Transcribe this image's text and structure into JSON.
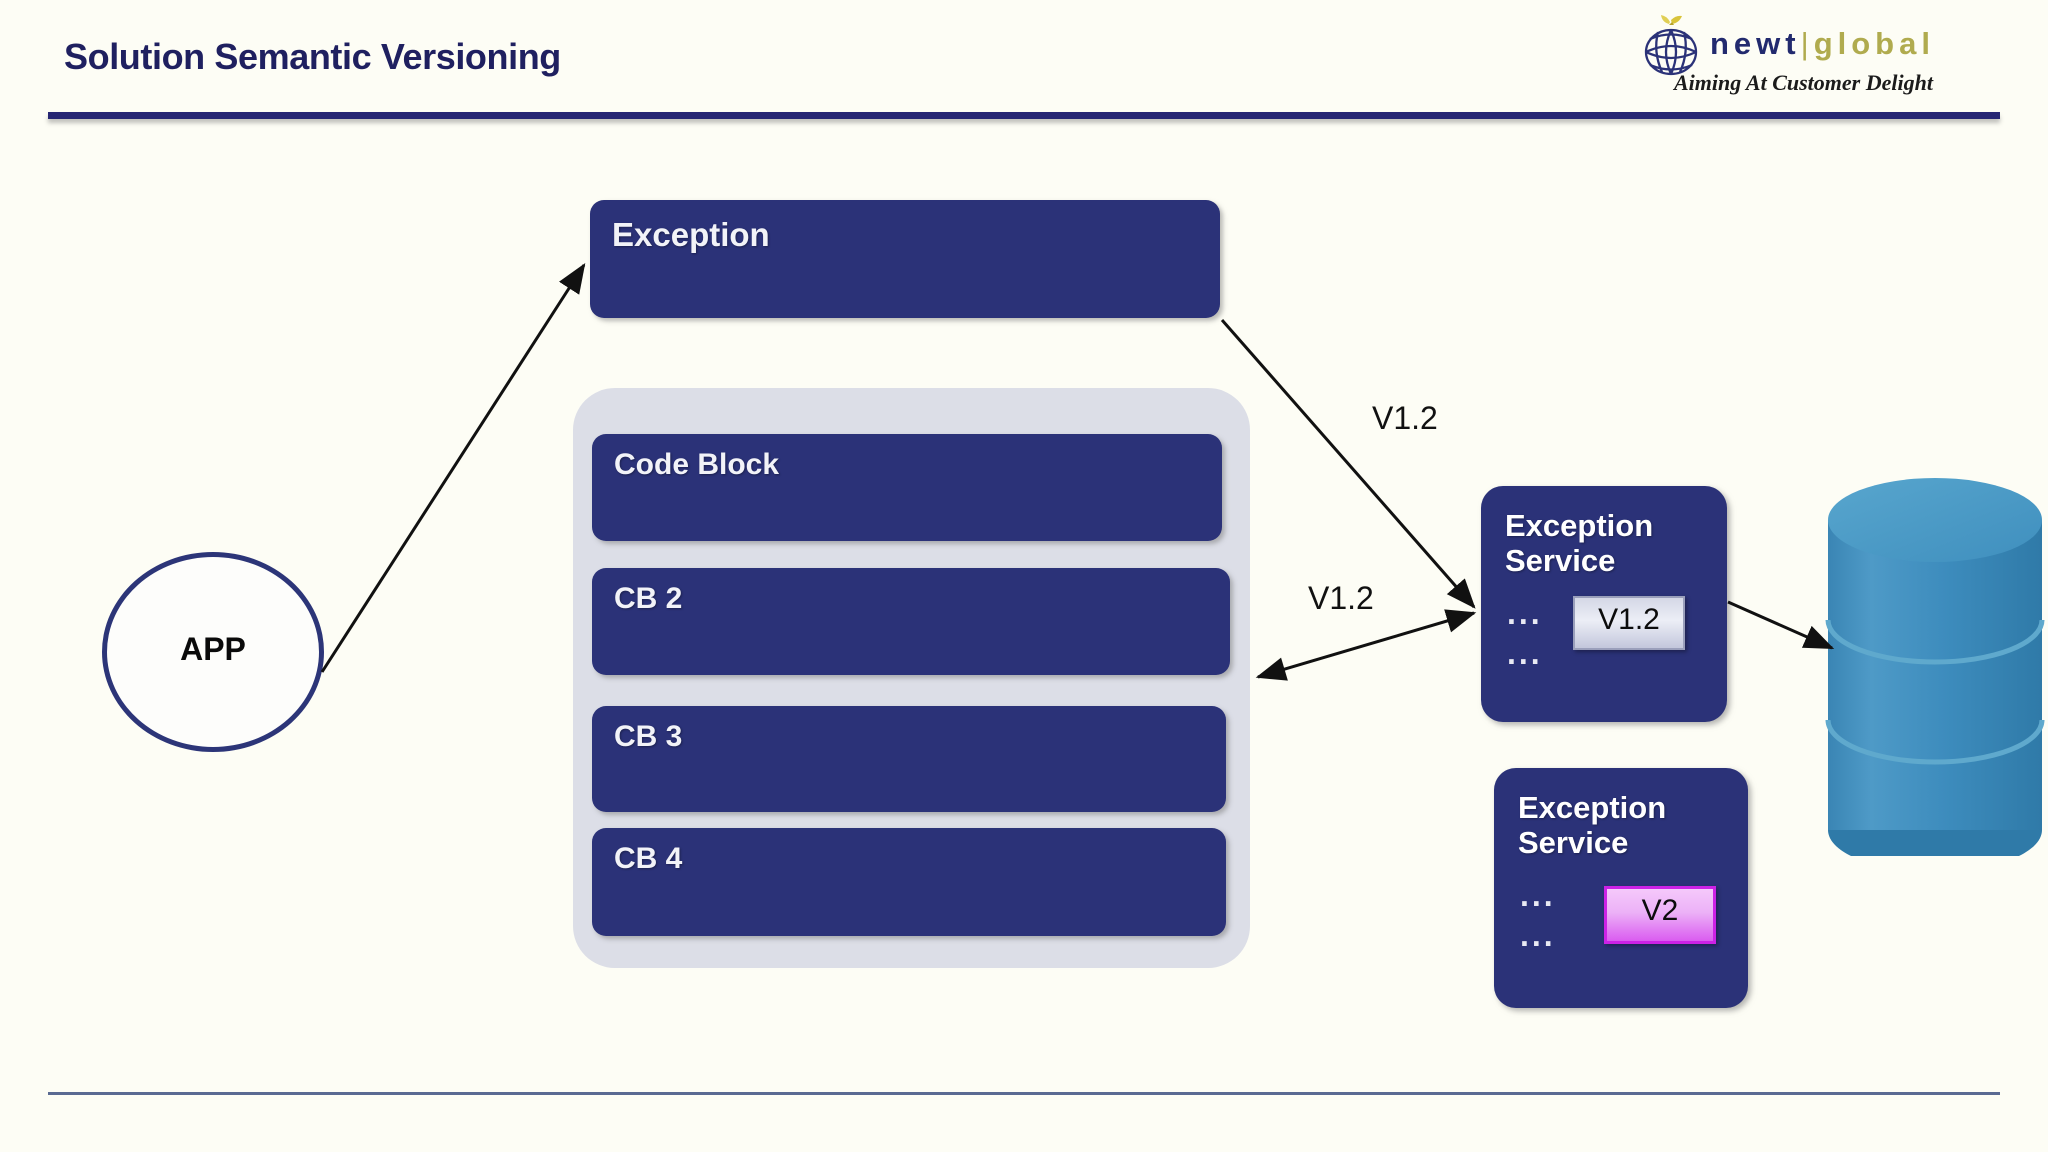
{
  "slide": {
    "title": "Solution Semantic Versioning",
    "background_color": "#fdfdf5",
    "rule_color": "#262673",
    "footer_rule_color": "#5a6a92"
  },
  "logo": {
    "word_newt": "newt",
    "word_separator": "|",
    "word_global": "global",
    "tagline": "Aiming At Customer Delight",
    "newt_color": "#222a6e",
    "global_color": "#b0ab4e",
    "mark_name": "globe-apple-icon"
  },
  "diagram": {
    "app_node": {
      "label": "APP",
      "shape": "circle",
      "border_color": "#2c3578"
    },
    "exception_node": {
      "label": "Exception",
      "fill": "#2b3278"
    },
    "code_block_group": {
      "container_fill": "#dcdee7",
      "blocks": [
        {
          "label": "Code Block"
        },
        {
          "label": "CB 2"
        },
        {
          "label": "CB 3"
        },
        {
          "label": "CB 4"
        }
      ]
    },
    "services": [
      {
        "title": "Exception\nService",
        "title_line1": "Exception",
        "title_line2": "Service",
        "dots_1": "...",
        "dots_2": "...",
        "version": "V1.2",
        "badge_style": "silver",
        "fill": "#2b3278"
      },
      {
        "title_line1": "Exception",
        "title_line2": "Service",
        "dots_1": "...",
        "dots_2": "...",
        "version": "V2",
        "badge_style": "magenta",
        "fill": "#2b3278"
      }
    ],
    "database": {
      "name": "database-cylinder",
      "color": "#3d8cbd",
      "discs": 3
    },
    "edges": [
      {
        "from": "APP",
        "to": "Exception",
        "label": "",
        "arrow": "single"
      },
      {
        "from": "Exception",
        "to": "Exception Service V1.2",
        "label": "V1.2",
        "arrow": "single"
      },
      {
        "from": "Code Block group",
        "to": "Exception Service V1.2",
        "label": "V1.2",
        "arrow": "double"
      },
      {
        "from": "Exception Service V1.2",
        "to": "Database",
        "label": "",
        "arrow": "single"
      }
    ],
    "edge_labels": {
      "top": "V1.2",
      "middle": "V1.2"
    }
  }
}
